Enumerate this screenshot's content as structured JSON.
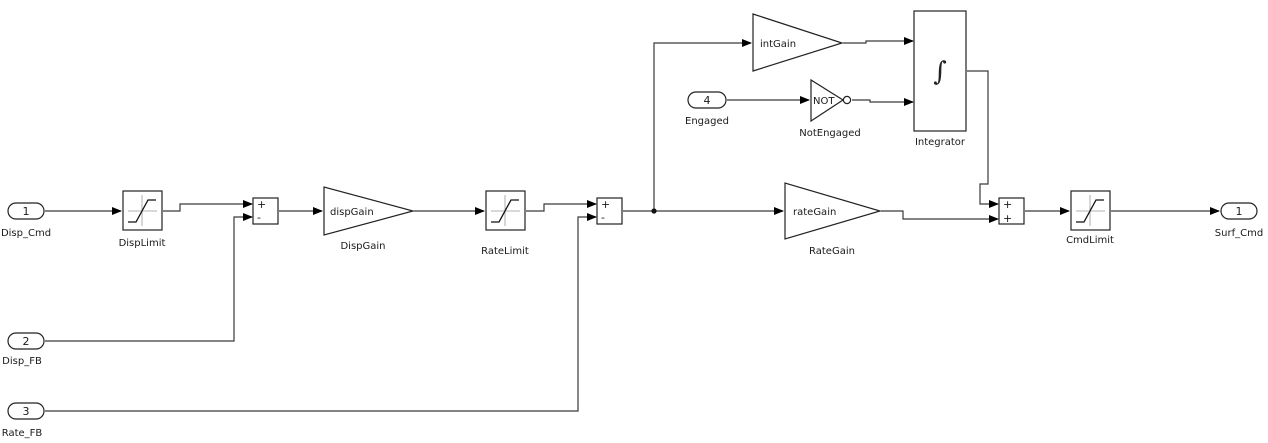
{
  "inports": [
    {
      "number": "1",
      "label": "Disp_Cmd"
    },
    {
      "number": "2",
      "label": "Disp_FB"
    },
    {
      "number": "3",
      "label": "Rate_FB"
    },
    {
      "number": "4",
      "label": "Engaged"
    }
  ],
  "outport": {
    "number": "1",
    "label": "Surf_Cmd"
  },
  "blocks": {
    "disp_limit": "DispLimit",
    "disp_gain": {
      "name": "DispGain",
      "param": "dispGain"
    },
    "rate_limit": "RateLimit",
    "rate_gain": {
      "name": "RateGain",
      "param": "rateGain"
    },
    "int_gain": {
      "param": "intGain"
    },
    "not_engaged": {
      "name": "NotEngaged",
      "op": "NOT"
    },
    "integrator": "Integrator",
    "cmd_limit": "CmdLimit"
  },
  "sum_signs": {
    "sum1": [
      "+",
      "-"
    ],
    "sum2": [
      "+",
      "-"
    ],
    "sum3": [
      "+",
      "+"
    ]
  }
}
